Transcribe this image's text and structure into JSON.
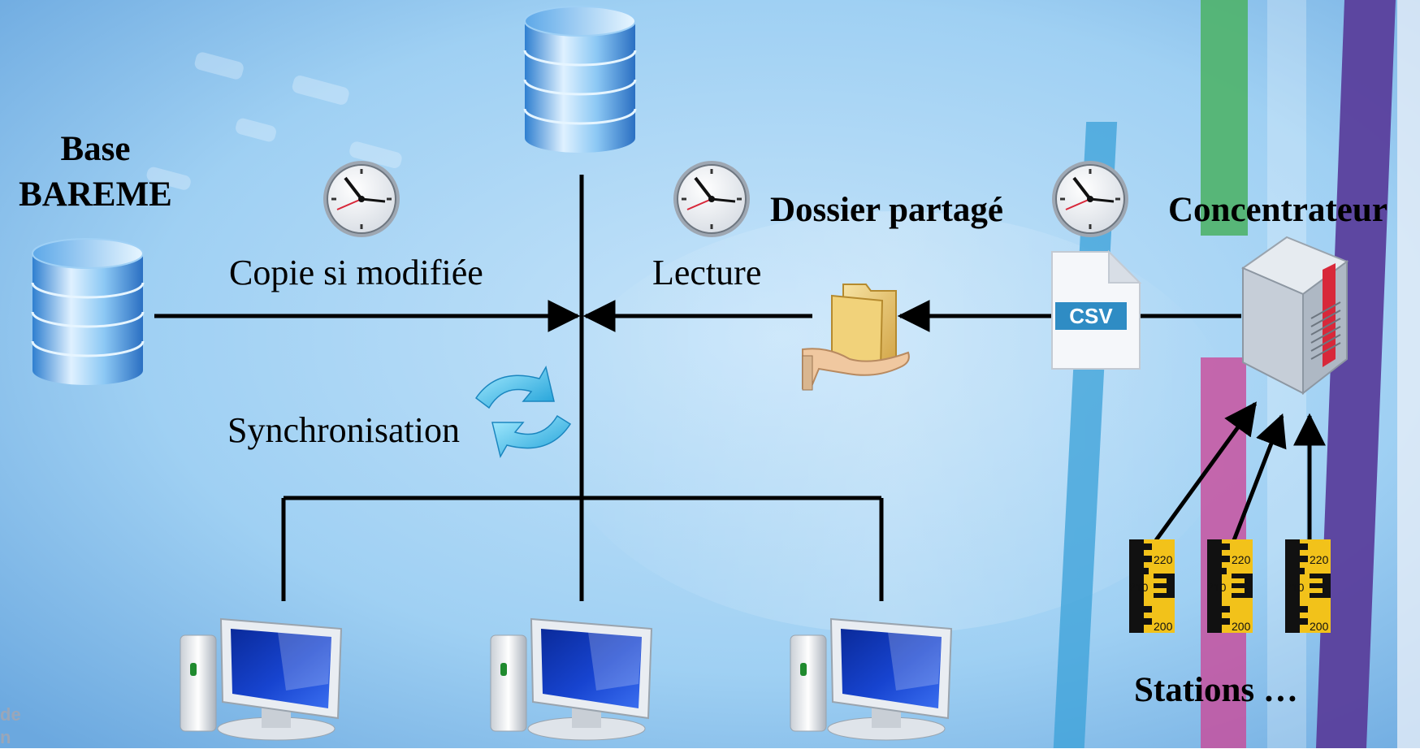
{
  "labels": {
    "base_line1": "Base",
    "base_line2": "BAREME",
    "copie": "Copie si modifiée",
    "lecture": "Lecture",
    "dossier": "Dossier partagé",
    "concentrateur": "Concentrateur",
    "synchronisation": "Synchronisation",
    "stations": "Stations …",
    "corner_line1": "de",
    "corner_line2": "n"
  },
  "csv_icon": {
    "label": "CSV"
  },
  "gauge": {
    "marks": [
      "220",
      "210",
      "200"
    ]
  },
  "icons": [
    "database-icon",
    "clock-icon",
    "folder-hand-icon",
    "csv-file-icon",
    "server-icon",
    "sync-arrows-icon",
    "computer-icon",
    "gauge-station-icon"
  ],
  "colors": {
    "background": "#8fc6ee",
    "connector": "#000000",
    "gauge_yellow": "#f2c21a",
    "accent_red": "#d8283a"
  }
}
